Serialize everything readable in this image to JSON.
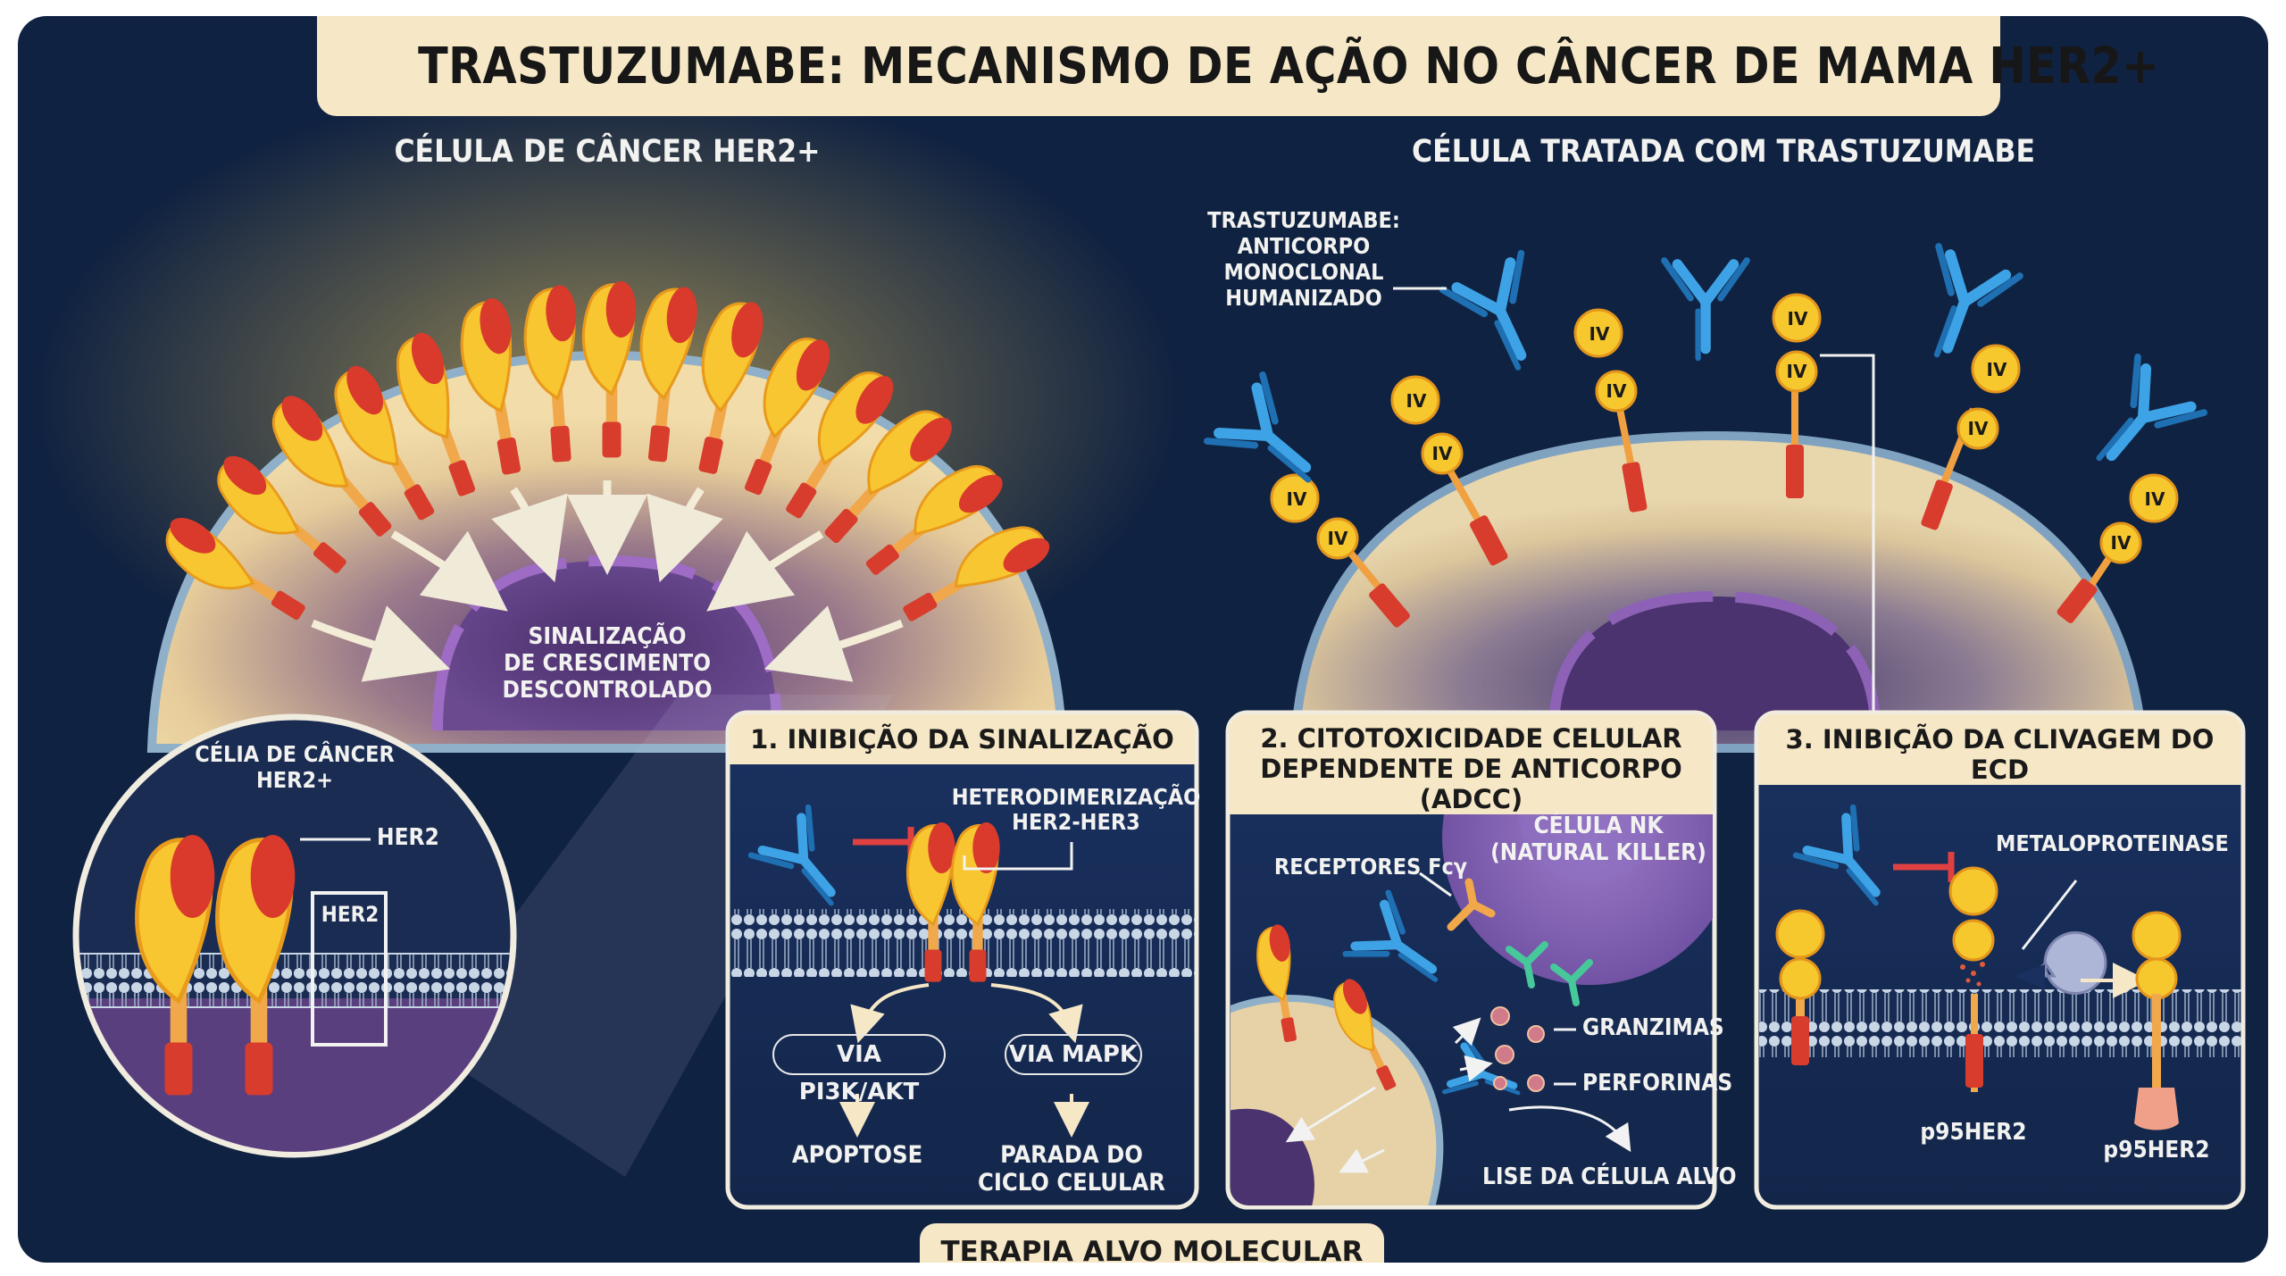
{
  "title": "TRASTUZUMABE: MECANISMO DE AÇÃO NO CÂNCER DE MAMA HER2+",
  "left_cell": {
    "heading": "CÉLULA DE CÂNCER HER2+",
    "nucleus_label_1": "SINALIZAÇÃO",
    "nucleus_label_2": "DE CRESCIMENTO",
    "nucleus_label_3": "DESCONTROLADO"
  },
  "zoom": {
    "label_1": "CÉLIA DE CÂNCER",
    "label_2": "HER2+",
    "her2_label": "HER2",
    "box_label": "HER2"
  },
  "right_cell": {
    "heading": "CÉLULA TRATADA COM TRASTUZUMABE",
    "antibody_label_1": "TRASTUZUMABE:",
    "antibody_label_2": "ANTICORPO",
    "antibody_label_3": "MONOCLONAL",
    "antibody_label_4": "HUMANIZADO",
    "domain_label": "IV"
  },
  "panel1": {
    "title": "1. INIBIÇÃO DA SINALIZAÇÃO",
    "dimer_label_1": "HETERODIMERIZAÇÃO",
    "dimer_label_2": "HER2-HER3",
    "path_a": "VIA PI3K/AKT",
    "path_b": "VIA MAPK",
    "result_a": "APOPTOSE",
    "result_b_1": "PARADA DO",
    "result_b_2": "CICLO CELULAR"
  },
  "panel2": {
    "title_1": "2. CITOTOXICIDADE CELULAR",
    "title_2": "DEPENDENTE DE ANTICORPO (ADCC)",
    "nk_1": "CÉLULA NK",
    "nk_2": "(NATURAL KILLER)",
    "receptors": "RECEPTORES Fcγ",
    "granzymes": "GRANZIMAS",
    "perforins": "PERFORINAS",
    "lysis": "LISE DA CÉLULA ALVO"
  },
  "panel3": {
    "title": "3. INIBIÇÃO DA CLIVAGEM DO ECD",
    "enzyme": "METALOPROTEINASE",
    "p95_a": "p95HER2",
    "p95_b": "p95HER2"
  },
  "footer": "TERAPIA ALVO MOLECULAR",
  "colors": {
    "background": "#102241",
    "cream": "#f6e8c6",
    "receptor_yellow": "#f7c72e",
    "receptor_red": "#d9402e",
    "antibody_blue": "#3a9ee0",
    "nucleus_purple": "#5a3a7c",
    "inhibition_red": "#e04040"
  }
}
